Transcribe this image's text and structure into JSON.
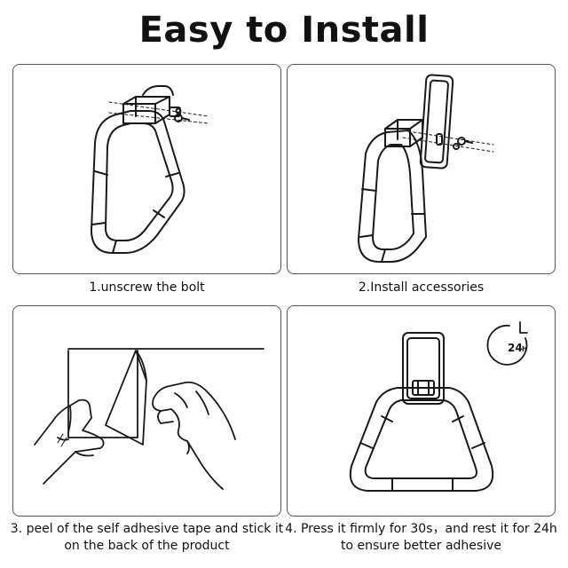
{
  "title": "Easy to Install",
  "steps": [
    {
      "caption_lines": [
        "1.unscrew the bolt"
      ]
    },
    {
      "caption_lines": [
        "2.Install accessories"
      ]
    },
    {
      "caption_lines": [
        "3. peel of the self adhesive tape and stick it",
        "on the back of the product"
      ]
    },
    {
      "caption_lines": [
        "4. Press it firmly for 30s，and rest it for 24h",
        "to ensure better adhesive"
      ]
    }
  ],
  "badge": {
    "number": "24",
    "unit": "h"
  },
  "colors": {
    "line": "#1a1a1a",
    "panel_border": "#555555",
    "background": "#ffffff"
  }
}
